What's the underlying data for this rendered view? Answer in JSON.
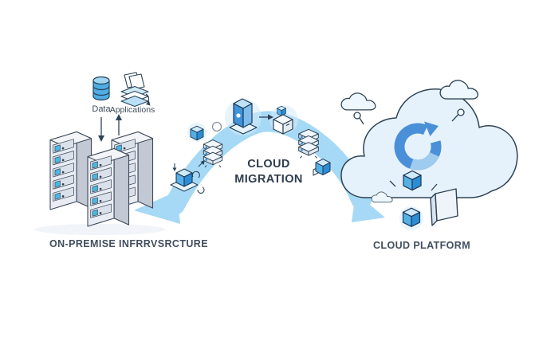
{
  "diagram": {
    "left": {
      "data_label": "Data",
      "applications_label": "Applications",
      "caption": "ON-PREMISE INFRRVSRCTURE"
    },
    "center": {
      "title_line1": "CLOUD",
      "title_line2": "MIGRATION"
    },
    "right": {
      "caption": "CLOUD PLATFORM"
    },
    "icons": [
      "database-icon",
      "applications-stack-icon",
      "data-down-arrow-icon",
      "applications-up-arrow-icon",
      "server-rack-icon",
      "migration-arc-arrow",
      "cube-icon",
      "server-stack-icon",
      "tower-server-icon",
      "package-box-icon",
      "right-arrow-icon",
      "circle-marker",
      "cloud-icon",
      "sync-icon",
      "small-cloud-icon",
      "magnifier-icon",
      "book-icon"
    ],
    "colors": {
      "background": "#ffffff",
      "outline": "#2e4356",
      "arc_blue": "#a5d9f5",
      "accent_blue": "#4a90d9",
      "accent_blue_light": "#9ecbee",
      "cube_top": "#cfeafb",
      "cube_left": "#55b0e6",
      "cube_right": "#2c8cd4",
      "cloud_fill": "#e6f2fb",
      "small_cloud_fill": "#eef7fd",
      "server_front": "#e9edf3",
      "server_side": "#c2c9d4",
      "server_top": "#f3f5f8",
      "indicator_cyan": "#47b9e6",
      "text": "#3f4c5b"
    }
  }
}
